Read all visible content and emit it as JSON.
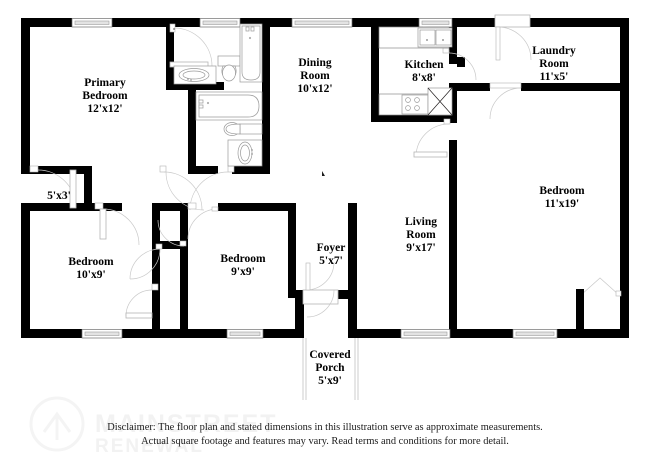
{
  "document": {
    "type": "floor-plan",
    "watermark": {
      "line1": "MAINSTREET",
      "line2": "RENEWAL",
      "logo_icon": "house-in-circle-icon"
    },
    "disclaimer": {
      "line1": "Disclaimer: The floor plan and stated dimensions in this illustration serve as approximate measurements.",
      "line2": "Actual square footage and features may vary. Read terms and conditions for more detail."
    }
  },
  "rooms": [
    {
      "id": "primary-bedroom",
      "name_line1": "Primary",
      "name_line2": "Bedroom",
      "dimensions": "12'x12'"
    },
    {
      "id": "dining-room",
      "name_line1": "Dining",
      "name_line2": "Room",
      "dimensions": "10'x12'"
    },
    {
      "id": "kitchen",
      "name_line1": "Kitchen",
      "name_line2": "",
      "dimensions": "8'x8'"
    },
    {
      "id": "laundry-room",
      "name_line1": "Laundry",
      "name_line2": "Room",
      "dimensions": "11'x5'"
    },
    {
      "id": "bedroom-right",
      "name_line1": "Bedroom",
      "name_line2": "",
      "dimensions": "11'x19'"
    },
    {
      "id": "living-room",
      "name_line1": "Living",
      "name_line2": "Room",
      "dimensions": "9'x17'"
    },
    {
      "id": "foyer",
      "name_line1": "Foyer",
      "name_line2": "",
      "dimensions": "5'x7'"
    },
    {
      "id": "bedroom-left",
      "name_line1": "Bedroom",
      "name_line2": "",
      "dimensions": "10'x9'"
    },
    {
      "id": "bedroom-middle",
      "name_line1": "Bedroom",
      "name_line2": "",
      "dimensions": "9'x9'"
    },
    {
      "id": "closet",
      "name_line1": "",
      "name_line2": "",
      "dimensions": "5'x3'"
    },
    {
      "id": "covered-porch",
      "name_line1": "Covered",
      "name_line2": "Porch",
      "dimensions": "5'x9'"
    }
  ],
  "colors": {
    "wall": "#000000",
    "background": "#ffffff",
    "text": "#000000",
    "fixture_stroke": "#9a9a9a",
    "window_pane": "#e3e3e3",
    "watermark": "#f2f2f2"
  }
}
